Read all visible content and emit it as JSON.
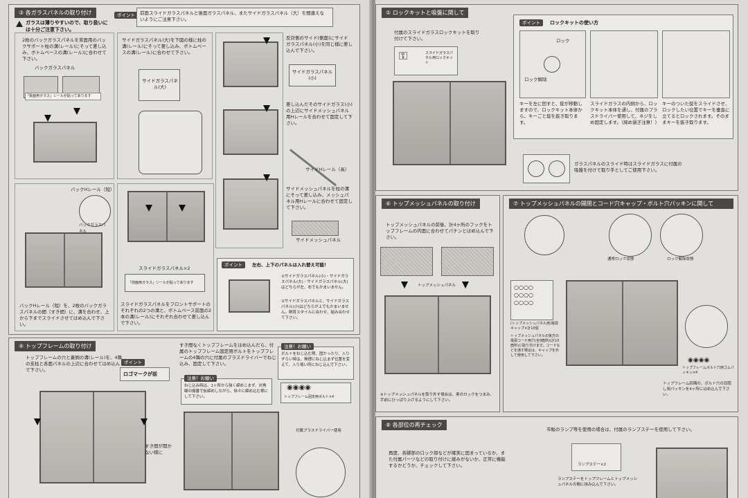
{
  "s3": {
    "header": "③ 各ガラスパネルの取り付け",
    "warning": "ガラスは薄りやすいので、取り扱いには十分ご注意下さい。",
    "point_label": "ポイント",
    "point_text": "前面スライドガラスパネルと後面ガラスパネル、またサイドガラスパネル（大）を間違えないようにご注意下さい。",
    "back_text": "2枚のバックガラスパネルを背面用のバックサポート柱の溝(レール)にそって差し込み、ボトムベースの溝(レール)に合わせて下さい。",
    "back_label": "バックガラスパネル",
    "back_sticker": "「後面用ガラス」シールが貼ってあります",
    "side_large_text": "サイドガラスパネル(大)を下図の様に柱の溝(レール)にそって差し込み、ボトムベースの溝(レール)に合わせて下さい。",
    "side_large_label": "サイドガラスパネル(大)",
    "opp_side_text": "反対側のサイド(側面)にサイドガラスパネル(小)を同じ様に差し込んで下さい。",
    "side_small_label": "サイドガラスパネル(小)",
    "side_small_text": "差し込んだそのサイドガラス(小)の上辺にサイドメッシュパネル用Hレールを合わせて固定して下さい。",
    "hrail_label": "サイドHレール（長）",
    "mesh_text": "サイドメッシュパネルを柱の溝にそって差し込み、メッシュパネル用Hレールに合わせて固定して下さい。",
    "mesh_label": "サイドメッシュパネル",
    "back_h_label": "バックHレール（短）",
    "back_glass_label": "バックガラスパネル",
    "back_h_text": "バックHレール（短）を、2枚のバックガラスパネルの間（すき間）に、溝を合わせ、上から下までスライドさせてはめ込んで下さい。",
    "slide_label": "スライドガラスパネル×2",
    "slide_sticker": "「前面用ガラス」シールが貼ってあります",
    "slide_text": "スライドガラスパネルをフロントサポートのそれぞれの2つの溝と、ボトムベース前面の2本の溝(レール)にそれぞれ合わせて差し込んで下さい。",
    "point2_label": "ポイント",
    "point2_title": "左右、上下のパネルは入れ替え可能！",
    "point2_text1": "①サイドガラスパネル(小)・サイドガラスパネル(大)・サイドガラスパネル(大)はどちらが左、右でもかまいません。",
    "point2_text2": "②サイドガラスパネルと、サイドガラスパネル(小)はどちらが上でもかまいません。飼育スタイルに合わせ、組み合わせて下さい。"
  },
  "s4": {
    "header": "④ トップフレームの取り付け",
    "text": "トップフレームの穴と裏側の溝(レール)を、4隅の支柱と各面パネルの上辺に合わせてはめ込んで下さい。",
    "point_label": "ポイント",
    "logo_text": "ロゴマークが前",
    "gap_label": "すき間が開かない様に",
    "text2": "すき間なくトップフレームをはめ込んだら、付属のトップフレーム固定用ボルトをトップフレームの4隅の穴に付属のプラスドライバーでねじ込み、固定して下さい。",
    "caution_label": "注意！お願い",
    "caution_text": "ねじ込み時は、1ヶ所から強く締めこまず、対角線の順番で仮締めしながら、徐々に締め込む様にして下さい。",
    "caution2_label": "注意！お願い",
    "caution2_text": "ボルトをねじ込む際、固かったり、入りずらい時は、無理にねじ込まず位置を変えて、入り易い所にねじ込んで下さい。",
    "bolt_label": "トップフレーム固定用ボルト×4",
    "driver_label": "付属プラスドライバー使用"
  },
  "s5": {
    "header": "⑤ ロックキットと吸盤に関して",
    "text": "付属のスライドガラスロックキットを取り付けて下さい。",
    "kit_label": "スライドガラスパネル用ロックキット",
    "point_label": "ポイント",
    "point_title": "ロックキットの使い方",
    "lock_label": "ロック",
    "unlock_label": "ロック解除",
    "step1": "キーを左に回すと、錠が移動しますので、ロックキット本体から、キーごと錠を抜き取ります。",
    "step2": "スライドガラスの内側から、ロックキット本体を通し、付属のプラスドライバー使用して、ネジをしめ固定します。（締め過ぎ注意！）",
    "step3": "キーのついた錠をスライドさせ、ロックしたい位置でキーを垂直に立てるとロックされます。そのままキーを抜き取ります。",
    "suction_text": "ガラスパネルのスライド時はスライドガラスに付属の吸盤を付けて取り手としてご使用下さい。"
  },
  "s6": {
    "header": "⑥ トップメッシュパネルの取り付け",
    "text": "トップメッシュパネルの前後、計4ヶ所のフックをトップフレームの内面に合わせてパチンとはめ込んで下さい。",
    "label": "トップメッシュパネル",
    "note": "※トップメッシュパネルを取り外す場合は、奥のロックをつまみ、手前にひっぱり上げるようにして下さい。"
  },
  "s7": {
    "header": "⑦ トップメッシュパネルの開閉とコード穴キャップ・ボルト穴パッキンに関して",
    "normal_label": "通常ロック状態",
    "unlock_label": "ロック解除状態",
    "cap_label": "(トップメッシュパネル用)電源キャップ×計10個",
    "cap_text": "トップメッシュパネルの後方の電源コード用穴(全9箇所)(計10箇所)に取り付けます。コードなどを通す場合は、キャップを外して使用して下さい。",
    "packing_label": "トップフレームボルト穴用ゴムパッキン×4",
    "packing_text": "トップフレーム四隅の、ボルト穴の目隠し用パッキンを4ヶ所にはめ込んで下さい。"
  },
  "s8": {
    "header": "⑧ 各部位の再チェック",
    "text": "再度、各脚部のロック部などが確実に固まっているか、また付属パーツなどの取り付けに緩みがないか、正常に機能するかどうか、チェックして下さい。",
    "lamp_text": "市販のランプ等を使用の場合は、付属のランプステーを使用して下さい。",
    "stay_label": "ランプステー×2",
    "stay_text": "ランプステーをトップフレームとトップメッシュパネルの間に挟み込んで下さい。"
  }
}
